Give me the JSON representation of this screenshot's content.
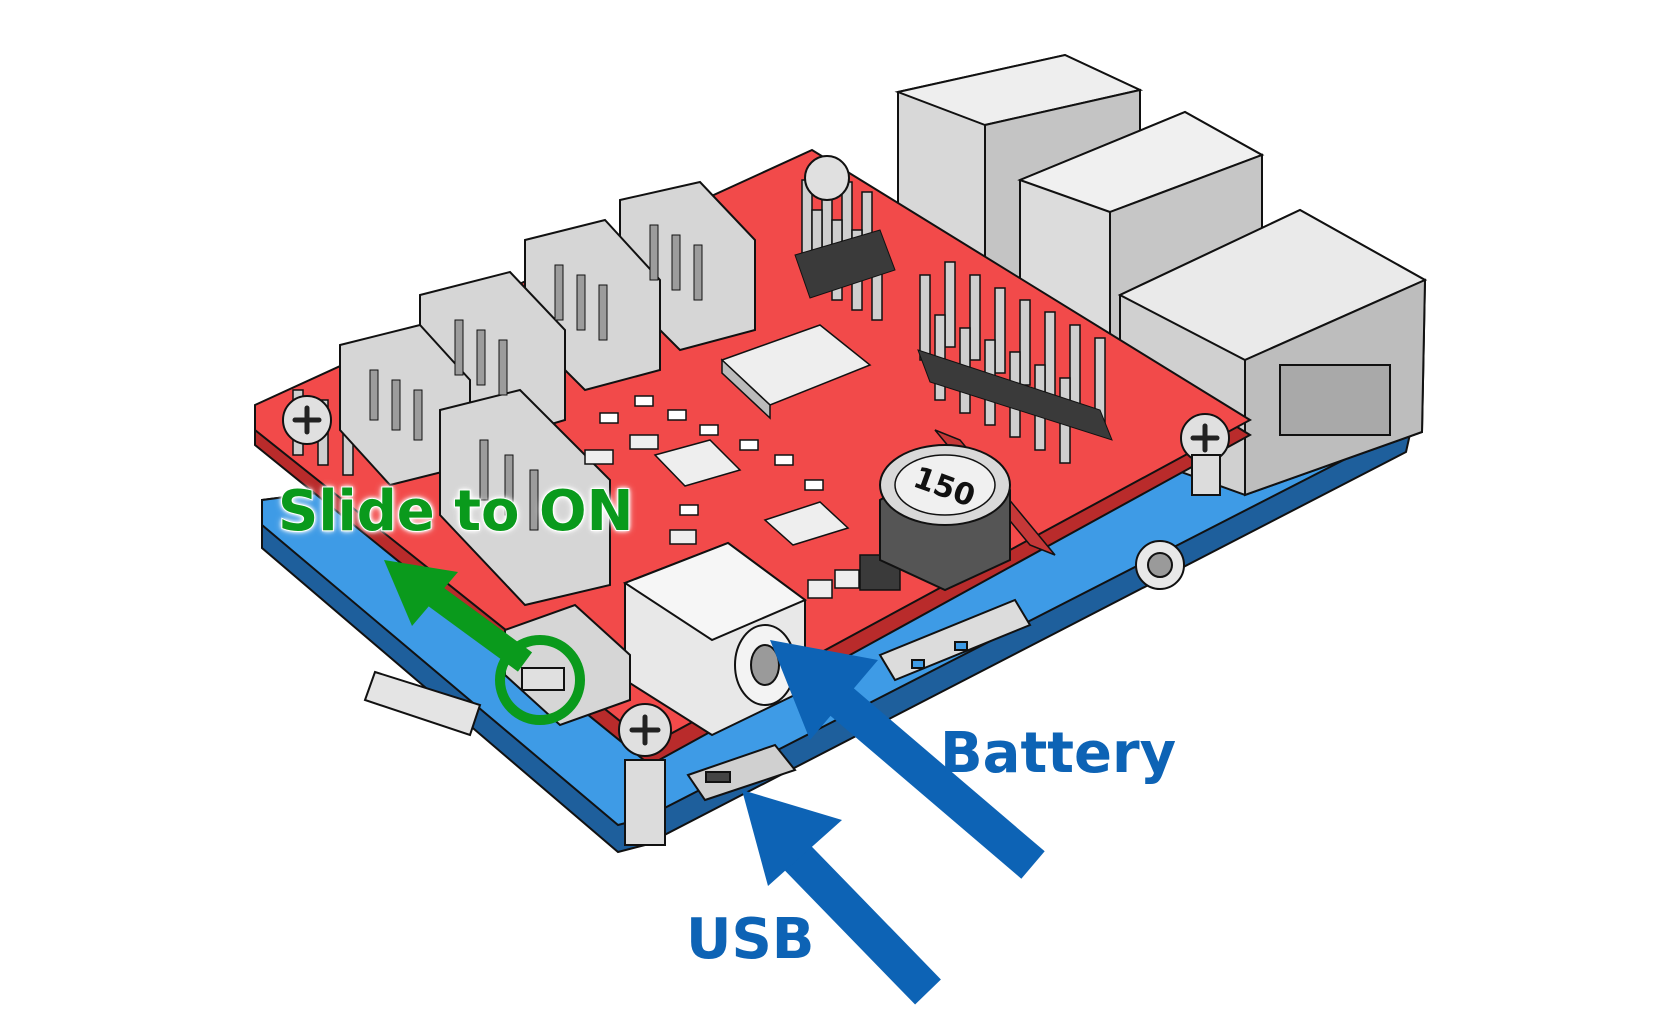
{
  "labels": {
    "switch_label": "Slide to ON",
    "battery_label": "Battery",
    "usb_label": "USB"
  },
  "board_marking": {
    "inductor_code": "150"
  },
  "colors": {
    "hat_board": "#f24a4a",
    "base_board": "#3e9be6",
    "switch_callout": "#0a9a1c",
    "power_callout": "#0d63b5",
    "connector_gray": "#d6d6d6"
  },
  "icons": {
    "switch_arrow": "arrow-up-left-icon",
    "battery_arrow": "arrow-up-left-icon",
    "usb_arrow": "arrow-up-left-icon"
  }
}
